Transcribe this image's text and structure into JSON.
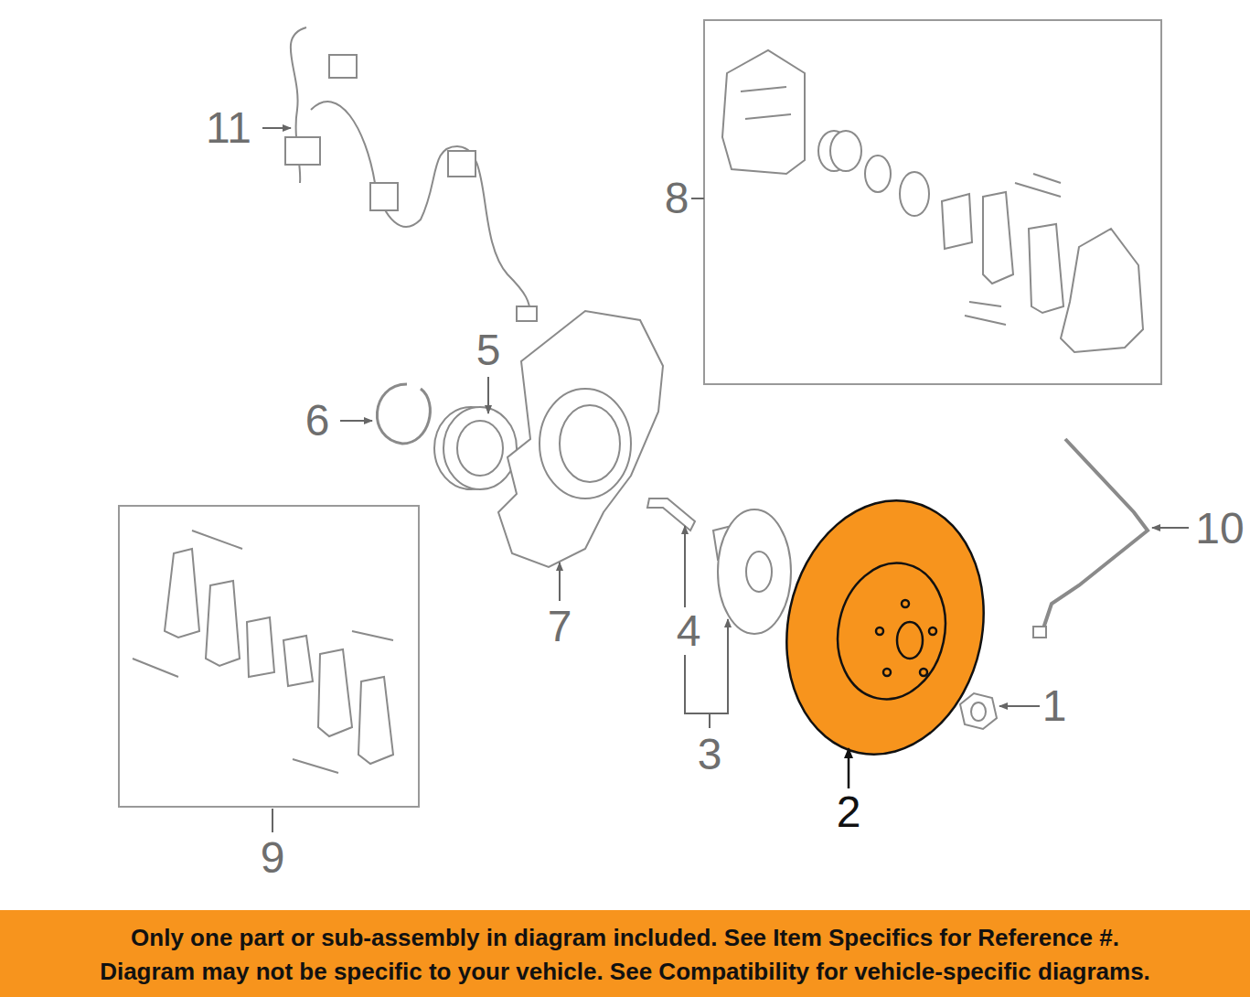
{
  "diagram": {
    "nodes": [
      {
        "text": [
          "Only one part or sub-assembly in diagram included. See Item Specifics for Reference #.",
          "Diagram may not be specific to your vehicle. See Compatibility for vehicle-specific diagrams."
        ]
      }
    ],
    "labels": [
      "11",
      "8",
      "5",
      "6",
      "10",
      "7",
      "4",
      "1",
      "3",
      "2",
      "9"
    ]
  }
}
